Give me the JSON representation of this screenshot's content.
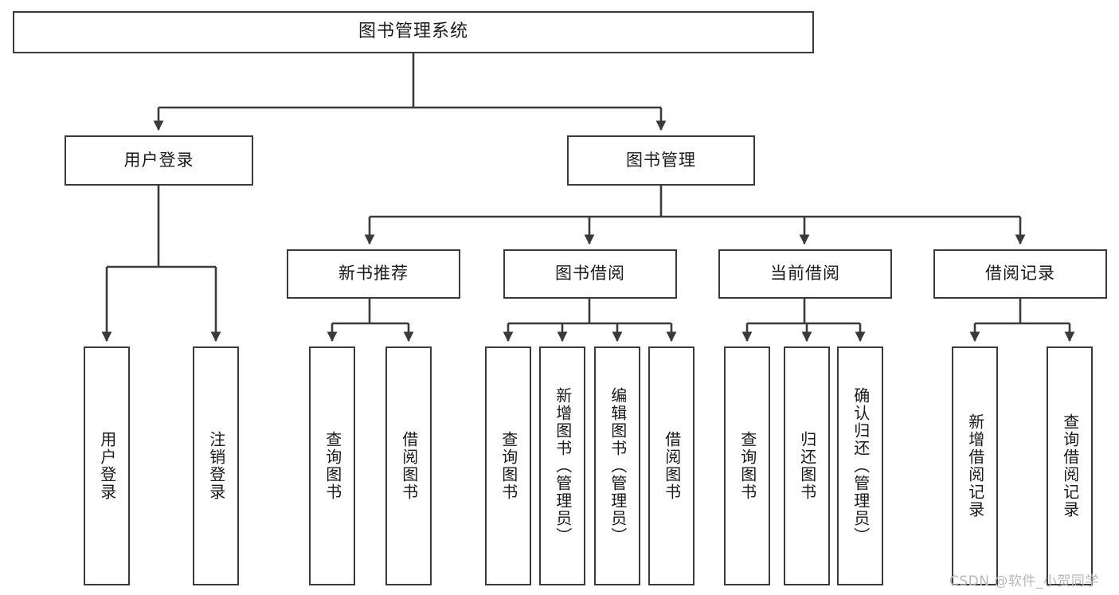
{
  "diagram": {
    "type": "tree-hierarchy",
    "title": "图书管理系统",
    "stroke_color": "#3a3a3a",
    "fill_color": "#ffffff",
    "text_color": "#1a1a1a"
  },
  "root": {
    "label": "图书管理系统"
  },
  "level2": [
    {
      "label": "用户登录"
    },
    {
      "label": "图书管理"
    }
  ],
  "level3": [
    {
      "label": "新书推荐"
    },
    {
      "label": "图书借阅"
    },
    {
      "label": "当前借阅"
    },
    {
      "label": "借阅记录"
    }
  ],
  "leaves": {
    "user_login": [
      {
        "label": "用户登录"
      },
      {
        "label": "注销登录"
      }
    ],
    "new_book_recommend": [
      {
        "label": "查询图书"
      },
      {
        "label": "借阅图书"
      }
    ],
    "book_borrow": [
      {
        "label": "查询图书"
      },
      {
        "label": "新增图书（管理员）"
      },
      {
        "label": "编辑图书（管理员）"
      },
      {
        "label": "借阅图书"
      }
    ],
    "current_borrow": [
      {
        "label": "查询图书"
      },
      {
        "label": "归还图书"
      },
      {
        "label": "确认归还（管理员）"
      }
    ],
    "borrow_records": [
      {
        "label": "新增借阅记录"
      },
      {
        "label": "查询借阅记录"
      }
    ]
  },
  "watermark": {
    "text": "CSDN @软件_小贺同学",
    "color": "#b9b9b9"
  }
}
